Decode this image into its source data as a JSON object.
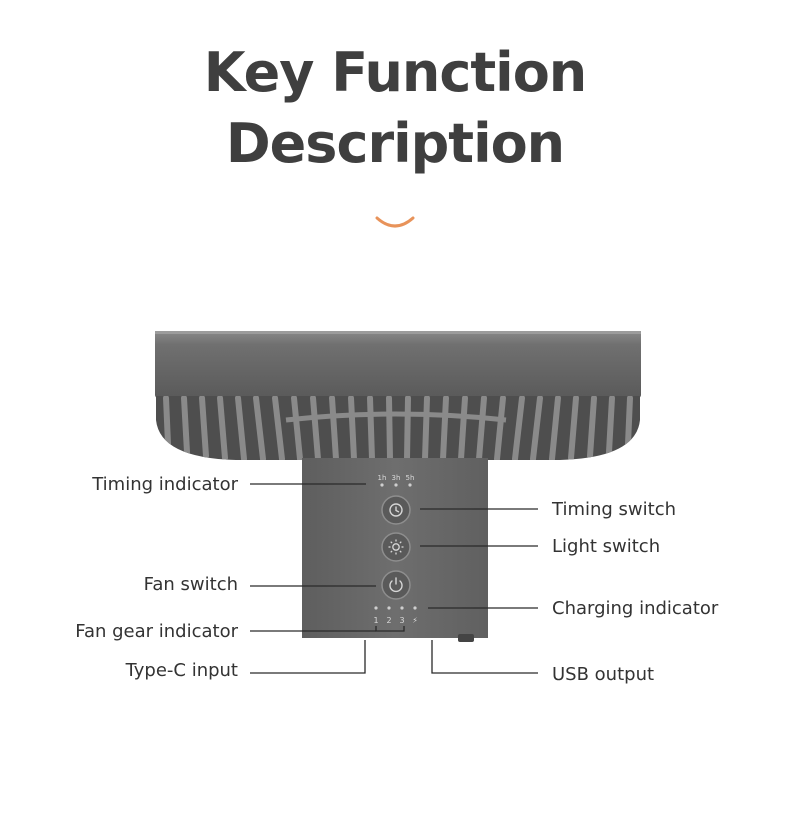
{
  "title": {
    "line1": "Key Function",
    "line2": "Description"
  },
  "colors": {
    "accent": "#e8935a",
    "fan_body": "#6a6a6a",
    "text": "#333333"
  },
  "device": {
    "timer_marks": [
      "1h",
      "3h",
      "5h"
    ],
    "gear_marks": [
      "1",
      "2",
      "3"
    ],
    "buttons": [
      "clock-icon",
      "sun-icon",
      "power-icon"
    ],
    "charge_symbol": "⚡"
  },
  "labels": {
    "timing_indicator": "Timing indicator",
    "timing_switch": "Timing switch",
    "light_switch": "Light switch",
    "fan_switch": "Fan switch",
    "charging_indicator": "Charging indicator",
    "fan_gear_indicator": "Fan gear indicator",
    "type_c_input": "Type-C input",
    "usb_output": "USB output"
  }
}
